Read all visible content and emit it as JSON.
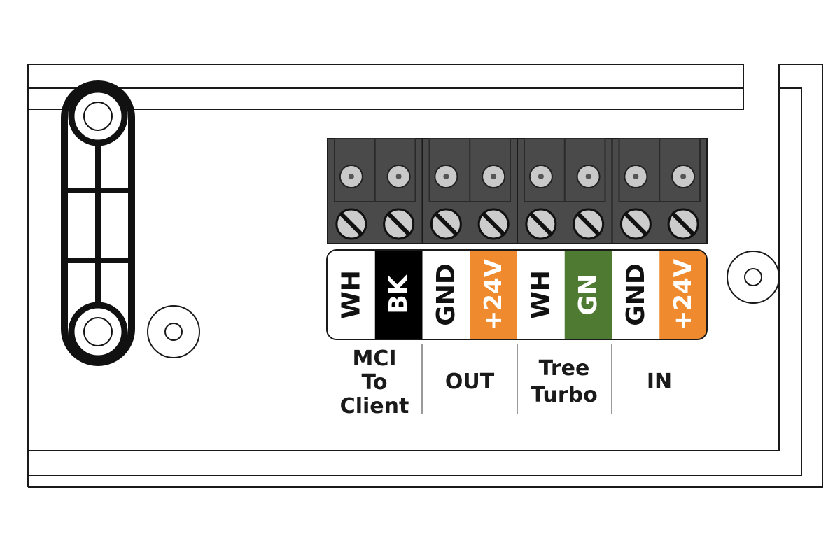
{
  "colors": {
    "outline": "#1a1a1a",
    "block_body": "#4a4a4a",
    "screw_face": "#cccccc",
    "pin_face": "#c9c9c9",
    "black_label": "#000000",
    "orange_label": "#f08a2e",
    "green_label": "#4f7a32",
    "white_label": "#ffffff",
    "divider": "#9a9a9a"
  },
  "terminals": [
    {
      "label": "WH",
      "color": "white"
    },
    {
      "label": "BK",
      "color": "black"
    },
    {
      "label": "GND",
      "color": "white"
    },
    {
      "label": "+24V",
      "color": "orange"
    },
    {
      "label": "WH",
      "color": "white"
    },
    {
      "label": "GN",
      "color": "green"
    },
    {
      "label": "GND",
      "color": "white"
    },
    {
      "label": "+24V",
      "color": "orange"
    }
  ],
  "groups": {
    "mci": {
      "line1": "MCI",
      "line2": "To",
      "line3": "Client"
    },
    "out": {
      "line1": "OUT"
    },
    "tree": {
      "line1": "Tree",
      "line2": "Turbo"
    },
    "in": {
      "line1": "IN"
    }
  }
}
